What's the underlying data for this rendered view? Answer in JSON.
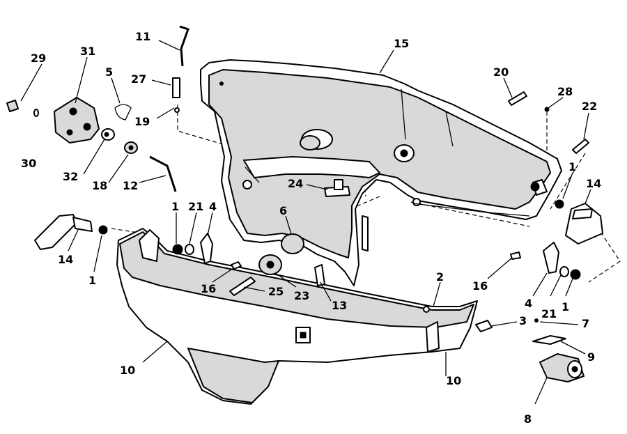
{
  "callouts": [
    {
      "id": "c29",
      "text": "29"
    },
    {
      "id": "c31",
      "text": "31"
    },
    {
      "id": "c30",
      "text": "30"
    },
    {
      "id": "c32",
      "text": "32"
    },
    {
      "id": "c5",
      "text": "5"
    },
    {
      "id": "c18",
      "text": "18"
    },
    {
      "id": "c11",
      "text": "11"
    },
    {
      "id": "c27",
      "text": "27"
    },
    {
      "id": "c19",
      "text": "19"
    },
    {
      "id": "c12",
      "text": "12"
    },
    {
      "id": "c15",
      "text": "15"
    },
    {
      "id": "c20",
      "text": "20"
    },
    {
      "id": "c28",
      "text": "28"
    },
    {
      "id": "c22",
      "text": "22"
    },
    {
      "id": "c1a",
      "text": "1"
    },
    {
      "id": "c14a",
      "text": "14"
    },
    {
      "id": "c24",
      "text": "24"
    },
    {
      "id": "c1b",
      "text": "1"
    },
    {
      "id": "c21a",
      "text": "21"
    },
    {
      "id": "c4a",
      "text": "4"
    },
    {
      "id": "c6",
      "text": "6"
    },
    {
      "id": "c14b",
      "text": "14"
    },
    {
      "id": "c1c",
      "text": "1"
    },
    {
      "id": "c16a",
      "text": "16"
    },
    {
      "id": "c25",
      "text": "25"
    },
    {
      "id": "c23",
      "text": "23"
    },
    {
      "id": "c13",
      "text": "13"
    },
    {
      "id": "c2",
      "text": "2"
    },
    {
      "id": "c16b",
      "text": "16"
    },
    {
      "id": "c4b",
      "text": "4"
    },
    {
      "id": "c21b",
      "text": "21"
    },
    {
      "id": "c1d",
      "text": "1"
    },
    {
      "id": "c3",
      "text": "3"
    },
    {
      "id": "c7",
      "text": "7"
    },
    {
      "id": "c9",
      "text": "9"
    },
    {
      "id": "c10a",
      "text": "10"
    },
    {
      "id": "c10b",
      "text": "10"
    },
    {
      "id": "c8",
      "text": "8"
    }
  ]
}
